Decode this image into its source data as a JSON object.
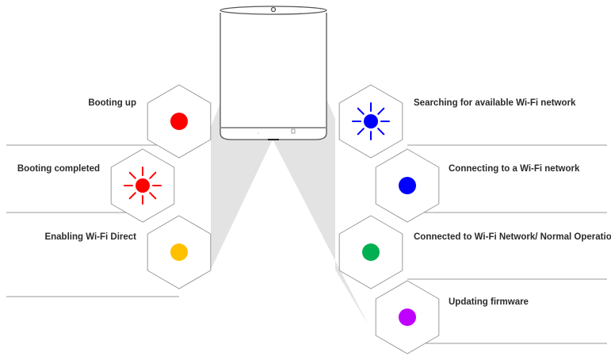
{
  "states": [
    {
      "id": "booting-up",
      "label": "Booting up",
      "color": "#ff0000",
      "style": "solid"
    },
    {
      "id": "booting-completed",
      "label": "Booting completed",
      "color": "#ff0000",
      "style": "blinking"
    },
    {
      "id": "enabling-wifi-direct",
      "label": "Enabling Wi-Fi Direct",
      "color": "#ffc000",
      "style": "solid"
    },
    {
      "id": "searching-wifi",
      "label": "Searching for available Wi-Fi network",
      "color": "#0000ff",
      "style": "blinking"
    },
    {
      "id": "connecting-wifi",
      "label": "Connecting to a Wi-Fi network",
      "color": "#0000ff",
      "style": "solid"
    },
    {
      "id": "connected-normal",
      "label": "Connected to Wi-Fi Network/ Normal Operation",
      "color": "#00b050",
      "style": "solid"
    },
    {
      "id": "updating-firmware",
      "label": "Updating firmware",
      "color": "#c000ff",
      "style": "solid"
    }
  ],
  "colors": {
    "line": "#9a9a9a",
    "beam": "#e3e3e3",
    "device_outline": "#555555"
  }
}
